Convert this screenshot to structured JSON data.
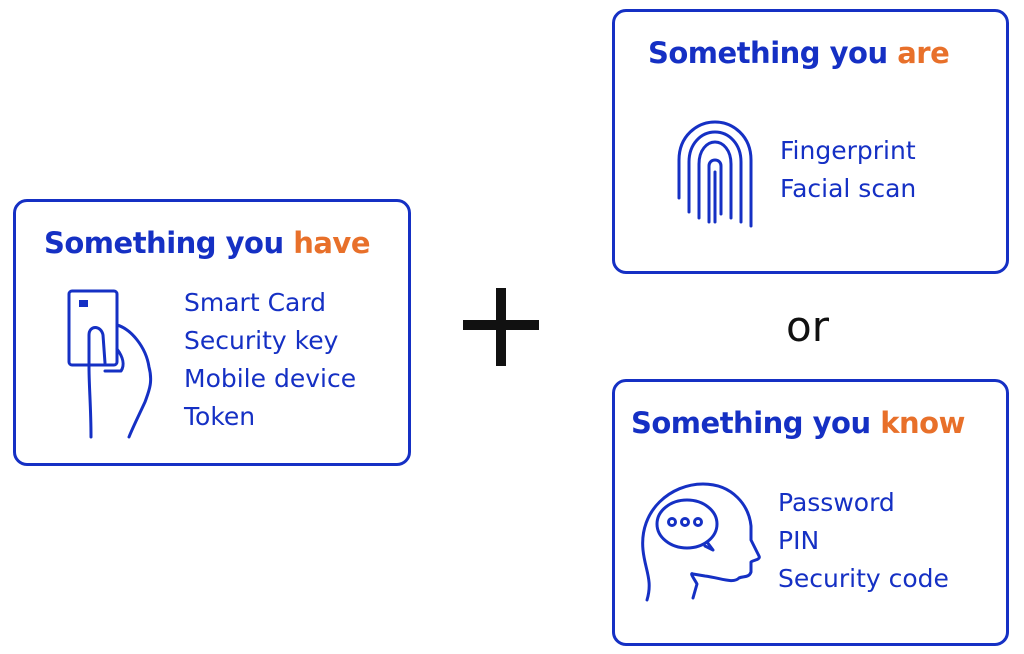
{
  "colors": {
    "primary": "#1530c4",
    "accent": "#e8702a",
    "operator": "#111111"
  },
  "have": {
    "title_prefix": "Something you ",
    "title_accent": "have",
    "icon": "hand-holding-card-icon",
    "items": [
      "Smart Card",
      "Security key",
      "Mobile device",
      "Token"
    ]
  },
  "operator_plus": "+",
  "are": {
    "title_prefix": "Something you ",
    "title_accent": "are",
    "icon": "fingerprint-icon",
    "items": [
      "Fingerprint",
      "Facial scan"
    ]
  },
  "operator_or": "or",
  "know": {
    "title_prefix": "Something you ",
    "title_accent": "know",
    "icon": "head-speech-bubble-icon",
    "items": [
      "Password",
      "PIN",
      "Security code"
    ]
  }
}
